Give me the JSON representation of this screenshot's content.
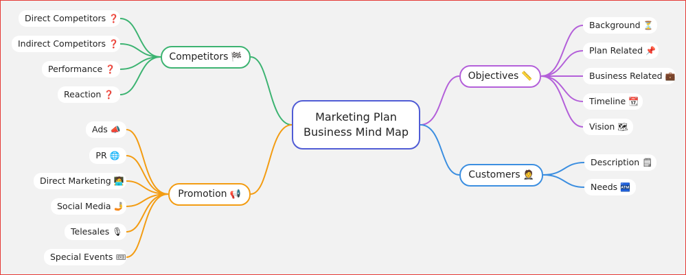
{
  "center": {
    "line1": "Marketing Plan",
    "line2": "Business Mind Map",
    "color": "#4f5bd5"
  },
  "competitors": {
    "label": "Competitors",
    "icon": "🏁",
    "icon_name": "checkered-flag-icon",
    "color": "#3cb371",
    "items": [
      {
        "label": "Direct Competitors",
        "icon": "❓",
        "icon_name": "question-mark-icon"
      },
      {
        "label": "Indirect Competitors",
        "icon": "❓",
        "icon_name": "question-mark-icon"
      },
      {
        "label": "Performance",
        "icon": "❓",
        "icon_name": "question-mark-icon"
      },
      {
        "label": "Reaction",
        "icon": "❓",
        "icon_name": "question-mark-icon"
      }
    ]
  },
  "promotion": {
    "label": "Promotion",
    "icon": "📢",
    "icon_name": "megaphone-icon",
    "color": "#f39c12",
    "items": [
      {
        "label": "Ads",
        "icon": "📣",
        "icon_name": "megaphone-icon"
      },
      {
        "label": "PR",
        "icon": "🌐",
        "icon_name": "globe-icon"
      },
      {
        "label": "Direct Marketing",
        "icon": "🧑‍💻",
        "icon_name": "person-at-computer-icon"
      },
      {
        "label": "Social Media",
        "icon": "🤳",
        "icon_name": "selfie-phone-icon"
      },
      {
        "label": "Telesales",
        "icon": "🎙",
        "icon_name": "microphone-icon"
      },
      {
        "label": "Special Events",
        "icon": "🎟",
        "icon_name": "ticket-icon"
      }
    ]
  },
  "objectives": {
    "label": "Objectives",
    "icon": "📏",
    "icon_name": "ruler-icon",
    "color": "#b35fd9",
    "items": [
      {
        "label": "Background",
        "icon": "⏳",
        "icon_name": "hourglass-icon"
      },
      {
        "label": "Plan Related",
        "icon": "📌",
        "icon_name": "pushpin-icon"
      },
      {
        "label": "Business Related",
        "icon": "💼",
        "icon_name": "briefcase-icon"
      },
      {
        "label": "Timeline",
        "icon": "📆",
        "icon_name": "calendar-icon"
      },
      {
        "label": "Vision",
        "icon": "🗺",
        "icon_name": "map-icon"
      }
    ]
  },
  "customers": {
    "label": "Customers",
    "icon": "🤵",
    "icon_name": "person-in-suit-icon",
    "color": "#3b8ee0",
    "items": [
      {
        "label": "Description",
        "icon": "🗒",
        "icon_name": "notepad-icon"
      },
      {
        "label": "Needs",
        "icon": "🏧",
        "icon_name": "atm-icon"
      }
    ]
  }
}
